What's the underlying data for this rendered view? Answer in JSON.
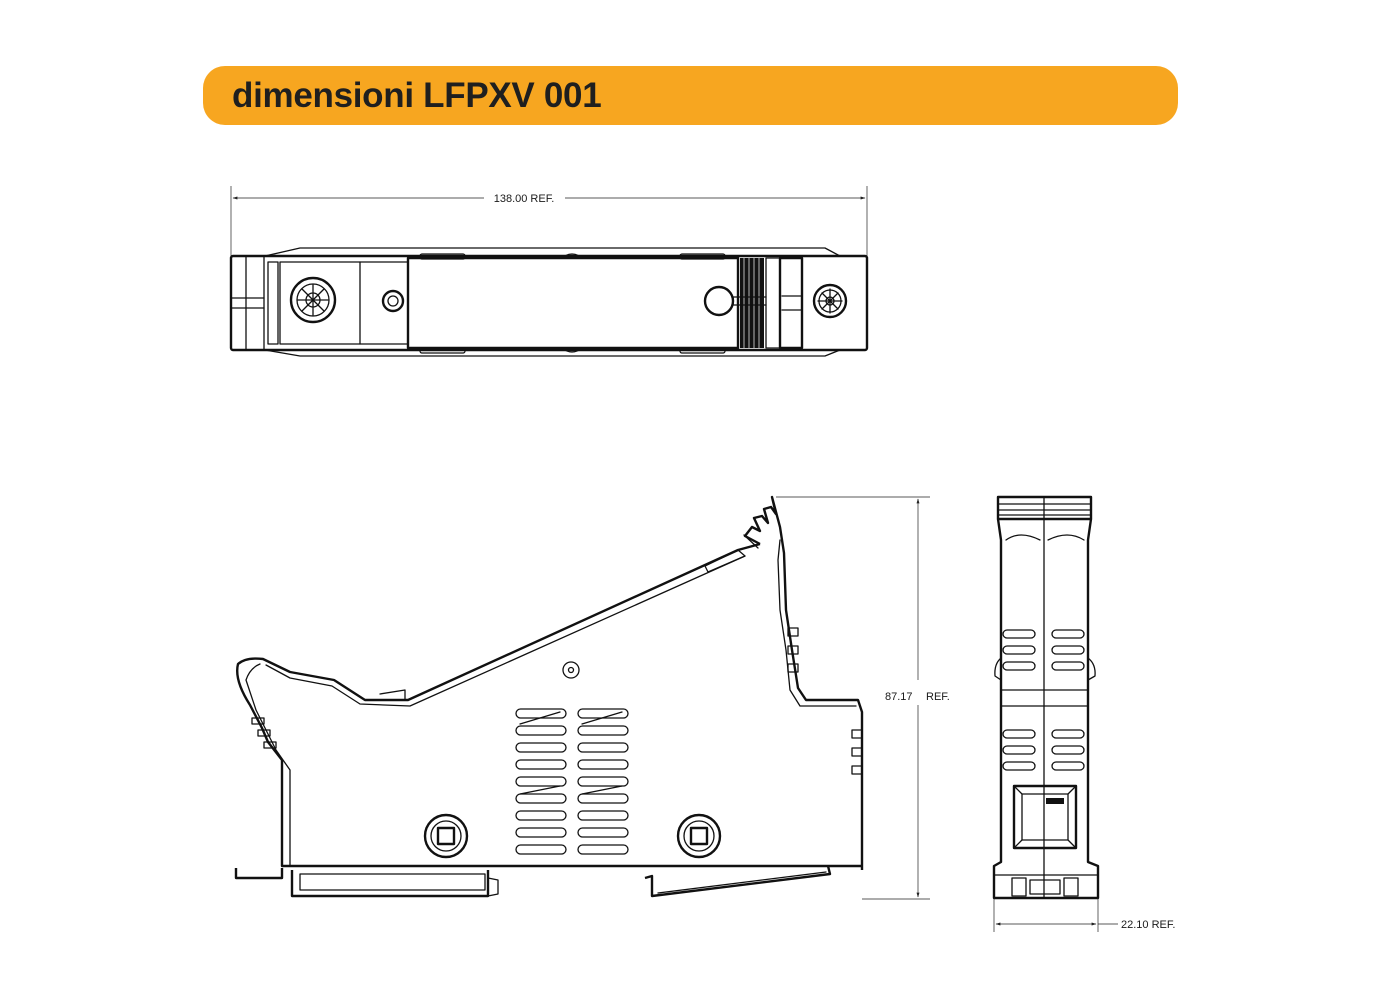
{
  "header": {
    "title": "dimensioni LFPXV 001",
    "bar_color": "#F7A620",
    "text_color": "#1F1F1F"
  },
  "dimensions": {
    "width_label": "138.00 REF.",
    "height_value": "87.17",
    "height_suffix": "REF.",
    "depth_label": "22.10 REF."
  },
  "colors": {
    "line": "#111111"
  }
}
